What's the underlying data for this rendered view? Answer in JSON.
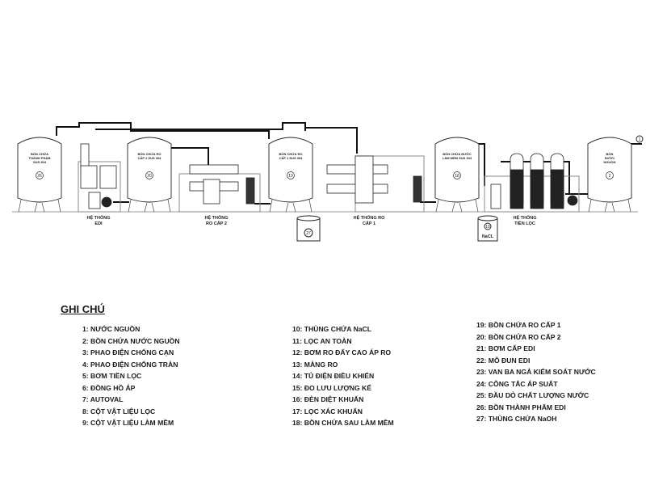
{
  "diagram": {
    "tanks": [
      {
        "label_lines": [
          "BỒN CHỨA",
          "THÀNH PHẨM",
          "SUS 304"
        ],
        "number": "26"
      },
      {
        "label_lines": [
          "BỒN CHỨA RO",
          "CẤP 2 SUS 304"
        ],
        "number": "20"
      },
      {
        "label_lines": [
          "BỒN CHỨA RO",
          "CẤP 1 SUS 304"
        ],
        "number": "19"
      },
      {
        "label_lines": [
          "BỒN CHỨA NƯỚC",
          "LÀM MỀM SUS 304"
        ],
        "number": "18"
      },
      {
        "label_lines": [
          "BỒN",
          "NƯỚC",
          "NGUỒN"
        ],
        "number": "2"
      }
    ],
    "systems": [
      {
        "lines": [
          "HỆ THỐNG",
          "EDI"
        ]
      },
      {
        "lines": [
          "HỆ THỐNG",
          "RO CẤP 2"
        ]
      },
      {
        "lines": [
          "HỆ THỐNG RO",
          "CẤP 1"
        ]
      },
      {
        "lines": [
          "HỆ THỐNG",
          "TIỀN LỌC"
        ]
      }
    ],
    "naoh_tank_number": "27",
    "nacl_tank_label": "NaCL",
    "nacl_tank_number": "10",
    "source_number": "1"
  },
  "legend": {
    "title": "GHI CHÚ",
    "col1": [
      "1: NƯỚC NGUỒN",
      "2: BỒN CHỨA NƯỚC NGUỒN",
      "3: PHAO ĐIỆN CHỐNG CẠN",
      "4: PHAO ĐIỆN CHỐNG TRÀN",
      "5: BƠM TIỀN LỌC",
      "6: ĐỒNG HỒ ÁP",
      "7: AUTOVAL",
      "8: CỘT VẬT LIỆU LỌC",
      "9: CỘT VẬT LIỆU LÀM MỀM"
    ],
    "col2": [
      "10: THÙNG CHỨA NaCL",
      "11: LỌC AN TOÀN",
      "12: BƠM RO ĐẨY CAO ÁP RO",
      "13: MÀNG RO",
      "14: TỦ ĐIỆN ĐIỀU KHIỂN",
      "15: ĐO LƯU LƯỢNG KẾ",
      "16: ĐÈN DIỆT KHUẨN",
      "17: LỌC XÁC KHUẨN",
      "18: BỒN CHỨA SAU LÀM MỀM"
    ],
    "col3": [
      "19: BỒN CHỨA RO CẤP 1",
      "20: BỒN CHỨA RO CẤP 2",
      "21: BƠM CẤP EDI",
      "22: MÔ ĐUN EDI",
      "23: VAN BA NGẢ KIỂM SOÁT NƯỚC",
      "24: CÔNG TẮC ÁP SUẤT",
      "25: ĐẦU DÒ CHẤT LƯỢNG NƯỚC",
      "26: BỒN THÀNH PHẨM EDI",
      "27: THÙNG CHỨA NaOH"
    ]
  }
}
